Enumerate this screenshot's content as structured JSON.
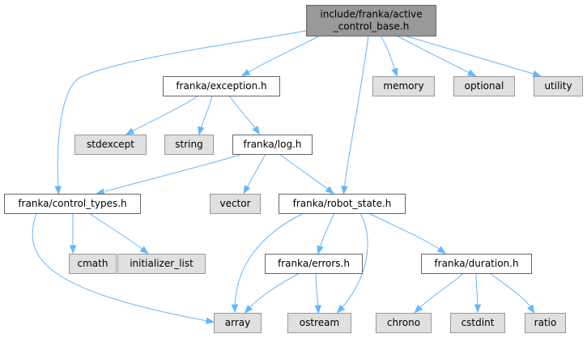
{
  "diagram": {
    "nodes": [
      {
        "id": "root",
        "label_lines": [
          "include/franka/active",
          "_control_base.h"
        ],
        "kind": "root"
      },
      {
        "id": "exception",
        "label_lines": [
          "franka/exception.h"
        ],
        "kind": "local"
      },
      {
        "id": "memory",
        "label_lines": [
          "memory"
        ],
        "kind": "system"
      },
      {
        "id": "optional",
        "label_lines": [
          "optional"
        ],
        "kind": "system"
      },
      {
        "id": "utility",
        "label_lines": [
          "utility"
        ],
        "kind": "system"
      },
      {
        "id": "stdexcept",
        "label_lines": [
          "stdexcept"
        ],
        "kind": "system"
      },
      {
        "id": "string",
        "label_lines": [
          "string"
        ],
        "kind": "system"
      },
      {
        "id": "log",
        "label_lines": [
          "franka/log.h"
        ],
        "kind": "local"
      },
      {
        "id": "control_types",
        "label_lines": [
          "franka/control_types.h"
        ],
        "kind": "local"
      },
      {
        "id": "vector",
        "label_lines": [
          "vector"
        ],
        "kind": "system"
      },
      {
        "id": "robot_state",
        "label_lines": [
          "franka/robot_state.h"
        ],
        "kind": "local"
      },
      {
        "id": "cmath",
        "label_lines": [
          "cmath"
        ],
        "kind": "system"
      },
      {
        "id": "initializer_list",
        "label_lines": [
          "initializer_list"
        ],
        "kind": "system"
      },
      {
        "id": "errors",
        "label_lines": [
          "franka/errors.h"
        ],
        "kind": "local"
      },
      {
        "id": "duration",
        "label_lines": [
          "franka/duration.h"
        ],
        "kind": "local"
      },
      {
        "id": "array",
        "label_lines": [
          "array"
        ],
        "kind": "system"
      },
      {
        "id": "ostream",
        "label_lines": [
          "ostream"
        ],
        "kind": "system"
      },
      {
        "id": "chrono",
        "label_lines": [
          "chrono"
        ],
        "kind": "system"
      },
      {
        "id": "cstdint",
        "label_lines": [
          "cstdint"
        ],
        "kind": "system"
      },
      {
        "id": "ratio",
        "label_lines": [
          "ratio"
        ],
        "kind": "system"
      }
    ],
    "edges": [
      {
        "from": "root",
        "to": "exception"
      },
      {
        "from": "root",
        "to": "memory"
      },
      {
        "from": "root",
        "to": "optional"
      },
      {
        "from": "root",
        "to": "utility"
      },
      {
        "from": "root",
        "to": "control_types"
      },
      {
        "from": "root",
        "to": "robot_state"
      },
      {
        "from": "exception",
        "to": "stdexcept"
      },
      {
        "from": "exception",
        "to": "string"
      },
      {
        "from": "exception",
        "to": "log"
      },
      {
        "from": "log",
        "to": "control_types"
      },
      {
        "from": "log",
        "to": "vector"
      },
      {
        "from": "log",
        "to": "robot_state"
      },
      {
        "from": "control_types",
        "to": "cmath"
      },
      {
        "from": "control_types",
        "to": "initializer_list"
      },
      {
        "from": "control_types",
        "to": "array"
      },
      {
        "from": "robot_state",
        "to": "array"
      },
      {
        "from": "robot_state",
        "to": "errors"
      },
      {
        "from": "robot_state",
        "to": "ostream"
      },
      {
        "from": "robot_state",
        "to": "duration"
      },
      {
        "from": "errors",
        "to": "array"
      },
      {
        "from": "errors",
        "to": "ostream"
      },
      {
        "from": "duration",
        "to": "chrono"
      },
      {
        "from": "duration",
        "to": "cstdint"
      },
      {
        "from": "duration",
        "to": "ratio"
      }
    ],
    "colors": {
      "root_fill": "#999999",
      "root_stroke": "#666666",
      "local_fill": "#ffffff",
      "local_stroke": "#666666",
      "system_fill": "#e0e0e0",
      "system_stroke": "#999999",
      "edge": "#63b8ff"
    }
  }
}
